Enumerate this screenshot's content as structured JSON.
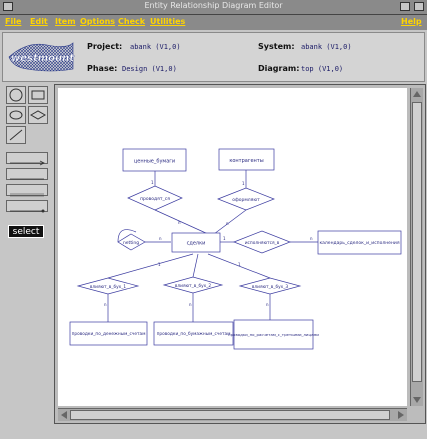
{
  "window": {
    "title": "Entity Relationship Diagram Editor"
  },
  "menu": {
    "file": "File",
    "edit": "Edit",
    "item": "Item",
    "options": "Options",
    "check": "Check",
    "utilities": "Utilities",
    "help": "Help"
  },
  "header": {
    "logo_text": "westmount",
    "project_label": "Project:",
    "project_value": "abank (V1,0)",
    "phase_label": "Phase:",
    "phase_value": "Design (V1,0)",
    "system_label": "System:",
    "system_value": "abank (V1,0)",
    "diagram_label": "Diagram:",
    "diagram_value": "top (V1,0)"
  },
  "toolbox": {
    "select_label": "select"
  },
  "diagram": {
    "entities": {
      "securities": "ценные_бумаги",
      "counterparties": "контрагенты",
      "deals": "сделки",
      "calendar": "календарь_сделок_и_исполнения",
      "postings_cash": "проводки_по_денежным_счетам",
      "postings_securities": "проводки_по_бумажным_счетам",
      "postings_third": "проводки_по_расчетам_с_третьими_лицами"
    },
    "relationships": {
      "carried_out": "проводят_ся",
      "formalized": "оформляют",
      "netting": "netting",
      "executed": "исполняются_в",
      "affect_1": "влияют_в_бух_1",
      "affect_2": "влияют_в_бух_2",
      "affect_3": "влияют_в_бух_3"
    },
    "cardinalities": {
      "one": "1",
      "many": "n"
    }
  },
  "colors": {
    "diagram_line": "#3c3ca0",
    "menu_text": "#ffd400",
    "chrome": "#8a8a8a"
  }
}
